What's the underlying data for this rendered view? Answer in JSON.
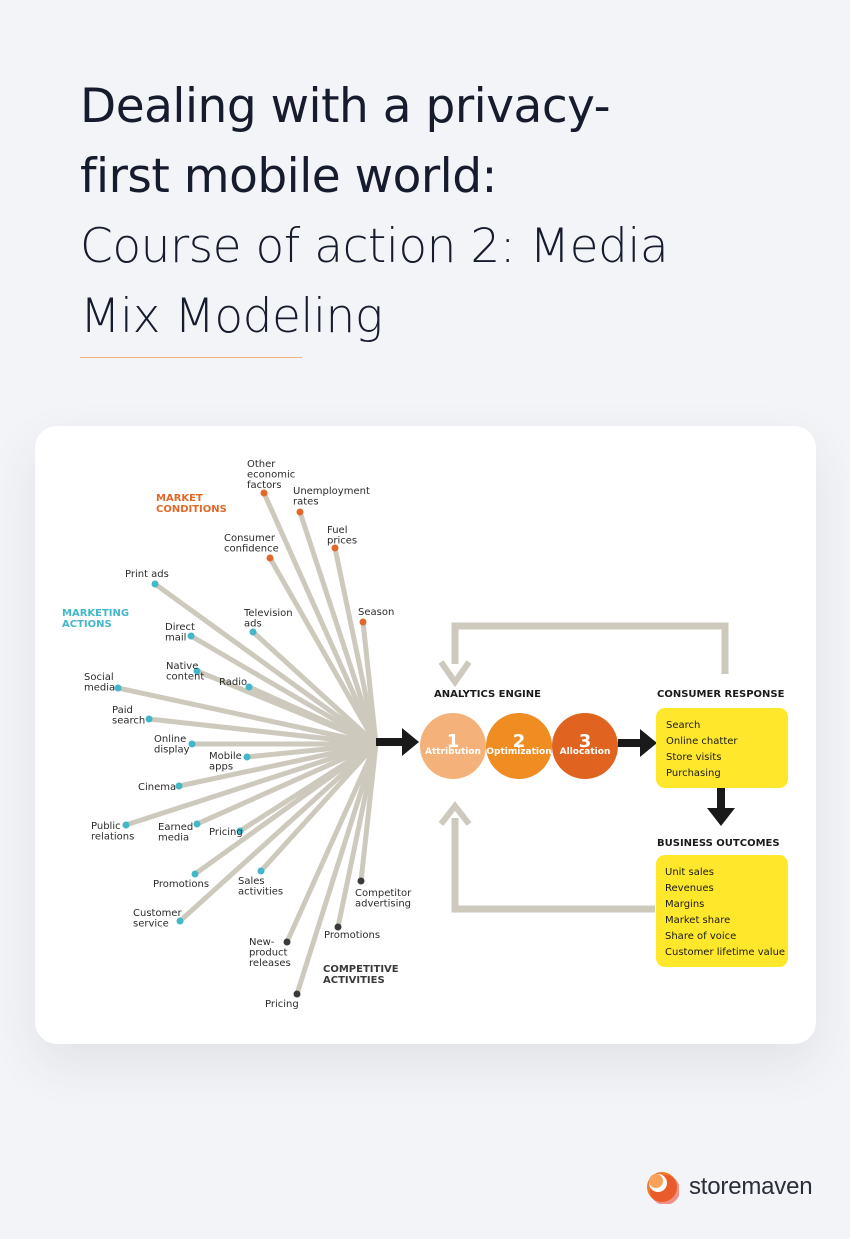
{
  "header": {
    "title_line1": "Dealing with a privacy-",
    "title_line2": "first mobile world:",
    "subtitle_line1": "Course of action 2: Media",
    "subtitle_line2": "Mix Modeling"
  },
  "colors": {
    "background": "#f3f4f7",
    "market": "#e0692a",
    "marketing": "#42b8c8",
    "competitive": "#3a3a3a",
    "spoke": "#cdc9bd",
    "attribution": "#f4b27a",
    "optimization": "#f08d22",
    "allocation": "#e06320",
    "box_yellow": "#ffe72c",
    "divider": "#f0b37a"
  },
  "diagram": {
    "categories": {
      "market": "MARKET CONDITIONS",
      "marketing": "MARKETING ACTIONS",
      "competitive": "COMPETITIVE ACTIVITIES"
    },
    "factors": {
      "other_economic": "Other economic factors",
      "unemployment": "Unemployment rates",
      "fuel": "Fuel prices",
      "consumer_confidence": "Consumer confidence",
      "season": "Season",
      "print_ads": "Print ads",
      "television": "Television ads",
      "direct_mail": "Direct mail",
      "native": "Native content",
      "radio": "Radio",
      "social": "Social media",
      "paid_search": "Paid search",
      "online_display": "Online display",
      "mobile_apps": "Mobile apps",
      "cinema": "Cinema",
      "public_relations": "Public relations",
      "earned_media": "Earned media",
      "pricing": "Pricing",
      "promotions": "Promotions",
      "sales": "Sales activities",
      "customer_service": "Customer service",
      "competitor_advertising": "Competitor advertising",
      "comp_promotions": "Promotions",
      "new_product": "New-product releases",
      "comp_pricing": "Pricing"
    },
    "engine": {
      "title": "ANALYTICS ENGINE",
      "steps": [
        {
          "number": "1",
          "label": "Attribution"
        },
        {
          "number": "2",
          "label": "Optimization"
        },
        {
          "number": "3",
          "label": "Allocation"
        }
      ]
    },
    "consumer_response": {
      "title": "CONSUMER RESPONSE",
      "items": [
        "Search",
        "Online chatter",
        "Store visits",
        "Purchasing"
      ]
    },
    "business_outcomes": {
      "title": "BUSINESS OUTCOMES",
      "items": [
        "Unit sales",
        "Revenues",
        "Margins",
        "Market share",
        "Share of voice",
        "Customer lifetime value"
      ]
    }
  },
  "brand": {
    "name": "storemaven"
  }
}
